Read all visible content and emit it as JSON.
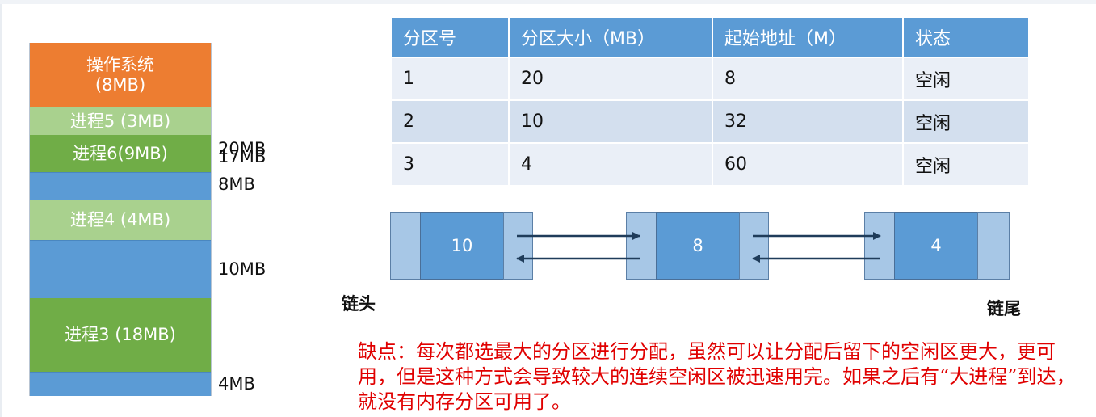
{
  "memory": {
    "blocks": [
      {
        "id": "os",
        "line1": "操作系统",
        "line2": "(8MB)"
      },
      {
        "id": "p5",
        "line1": "进程5 (3MB)"
      },
      {
        "id": "p6",
        "line1": "进程6(9MB)"
      },
      {
        "id": "p4",
        "line1": "进程4 (4MB)"
      },
      {
        "id": "p3",
        "line1": "进程3 (18MB)"
      }
    ],
    "size_labels": {
      "a": "20MB",
      "b": "17MB",
      "c": "8MB",
      "d": "10MB",
      "e": "4MB"
    }
  },
  "table": {
    "headers": [
      "分区号",
      "分区大小（MB）",
      "起始地址（M）",
      "状态"
    ],
    "rows": [
      [
        "1",
        "20",
        "8",
        "空闲"
      ],
      [
        "2",
        "10",
        "32",
        "空闲"
      ],
      [
        "3",
        "4",
        "60",
        "空闲"
      ]
    ]
  },
  "list": {
    "nodes": [
      "10",
      "8",
      "4"
    ],
    "head_label": "链头",
    "tail_label": "链尾"
  },
  "note": "缺点：每次都选最大的分区进行分配，虽然可以让分配后留下的空闲区更大，更可用，但是这种方式会导致较大的连续空闲区被迅速用完。如果之后有“大进程”到达，就没有内存分区可用了。",
  "colors": {
    "free": "#5b9bd5",
    "os": "#ed7d31",
    "process_light": "#a9d18e",
    "process_dark": "#70ad47",
    "note": "#e00000"
  }
}
